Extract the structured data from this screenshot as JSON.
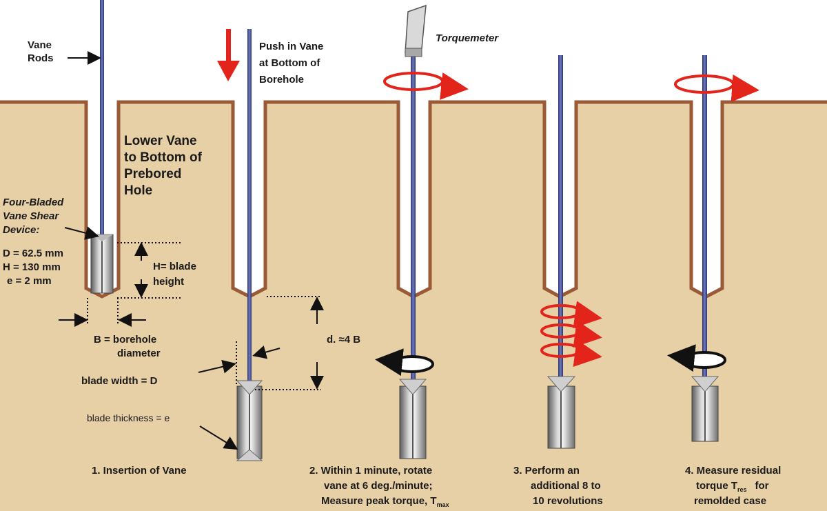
{
  "colors": {
    "soil": "#E7CFA6",
    "borehole_outline": "#9A5A36",
    "rod": "#3E4A88",
    "arrow_red": "#E3241B",
    "sky": "#FFFFFF"
  },
  "labels": {
    "vane_rods": [
      "Vane",
      "Rods"
    ],
    "push_in": [
      "Push in Vane",
      "at Bottom of",
      "Borehole"
    ],
    "torquemeter": "Torquemeter",
    "lower_vane": [
      "Lower Vane",
      "to Bottom of",
      "Prebored",
      "Hole"
    ],
    "device": [
      "Four-Bladed",
      "Vane Shear",
      "Device:"
    ],
    "device_specs": [
      "D = 62.5 mm",
      "H = 130 mm",
      "e = 2 mm"
    ],
    "blade_height": [
      "H= blade",
      "height"
    ],
    "borehole_diameter": [
      "B = borehole",
      "diameter"
    ],
    "depth": "d. ≈4 B",
    "blade_width": "blade  width = D",
    "blade_thickness": "blade thickness = e",
    "step1": "1.  Insertion of Vane",
    "step2": [
      "2.  Within 1 minute, rotate",
      "vane at 6 deg./minute;",
      "Measure peak torque, T"
    ],
    "step2_sub": "max",
    "step3": [
      "3.    Perform an",
      "additional 8 to",
      "10 revolutions"
    ],
    "step4": [
      "4.  Measure residual",
      "torque  T",
      "for",
      "remolded case"
    ],
    "step4_sub": "res"
  },
  "icons": [
    "torquemeter-icon",
    "rotation-arrow-icon",
    "down-arrow-icon",
    "vane-blade-icon"
  ]
}
